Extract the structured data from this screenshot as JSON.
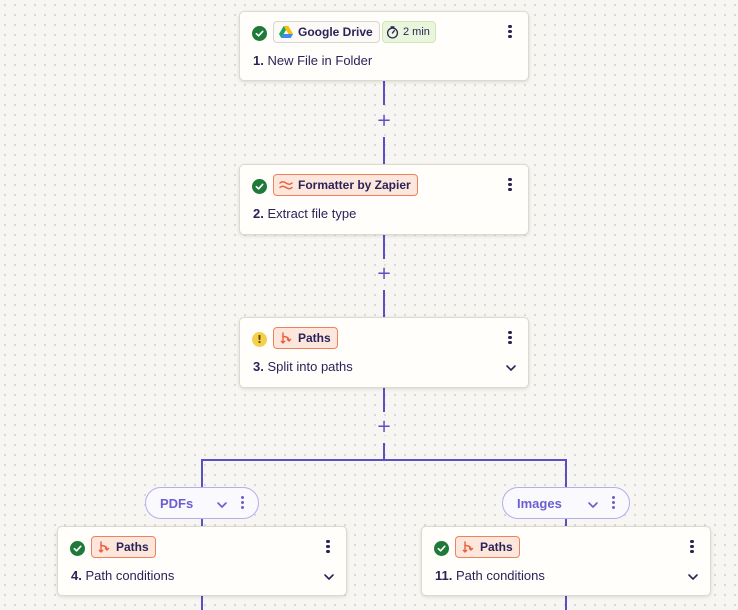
{
  "colors": {
    "connector": "#5b4fc4",
    "success": "#1f7a3a",
    "warning": "#f5d04a",
    "paths_accent": "#f0815d",
    "pill_text": "#6b5fd0"
  },
  "steps": [
    {
      "number": "1.",
      "title": "New File in Folder",
      "app": "Google Drive",
      "app_icon": "google-drive-icon",
      "status": "success",
      "duration": "2 min"
    },
    {
      "number": "2.",
      "title": "Extract file type",
      "app": "Formatter by Zapier",
      "app_icon": "formatter-icon",
      "status": "success"
    },
    {
      "number": "3.",
      "title": "Split into paths",
      "app": "Paths",
      "app_icon": "paths-icon",
      "status": "warning"
    },
    {
      "number": "4.",
      "title": "Path conditions",
      "app": "Paths",
      "app_icon": "paths-icon",
      "status": "success"
    },
    {
      "number": "11.",
      "title": "Path conditions",
      "app": "Paths",
      "app_icon": "paths-icon",
      "status": "success"
    }
  ],
  "branches": [
    {
      "label": "PDFs"
    },
    {
      "label": "Images"
    }
  ]
}
